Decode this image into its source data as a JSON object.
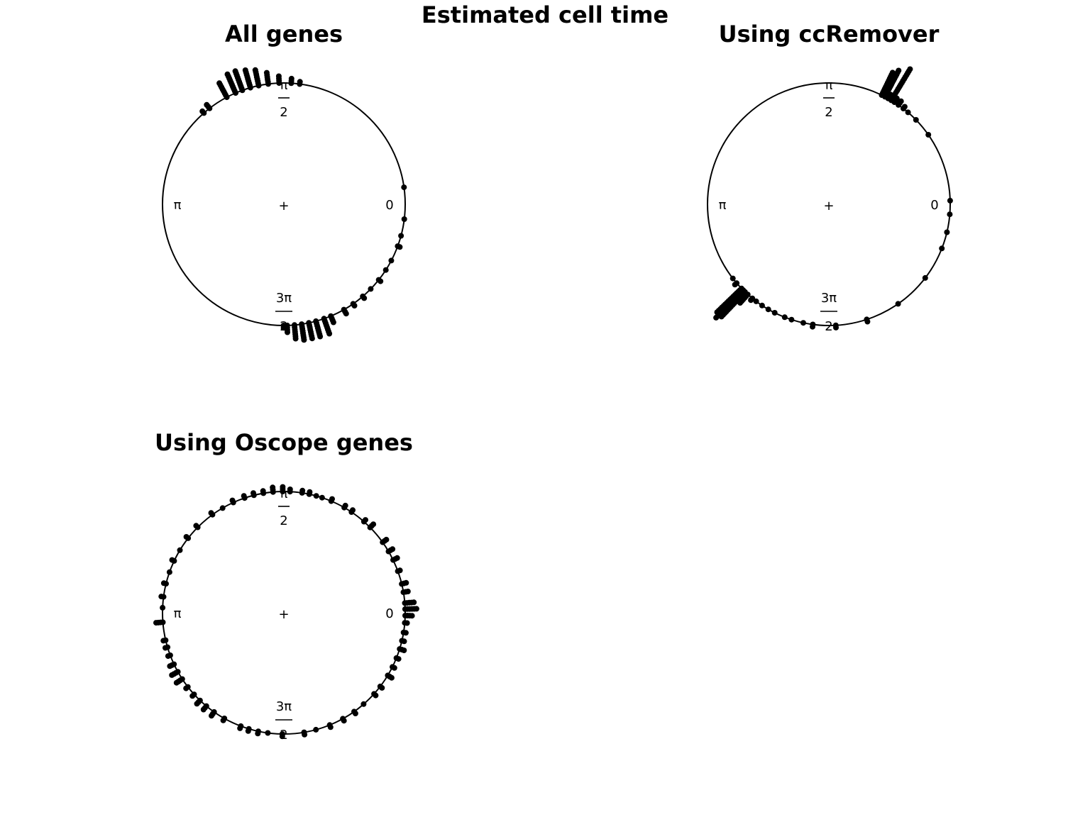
{
  "figure": {
    "suptitle": "Estimated cell time"
  },
  "chart_data": [
    {
      "type": "scatter",
      "title": "All genes",
      "coordinate_system": "polar",
      "angle_unit": "radians",
      "angle_labels": {
        "zero": "0",
        "half_pi_num": "π",
        "half_pi_den": "2",
        "pi": "π",
        "three_half_pi_num": "3π",
        "three_half_pi_den": "2",
        "center": "+"
      },
      "circle_radius": 1.0,
      "stacked_dot_clusters": [
        {
          "angle": 0.14,
          "count": 1
        },
        {
          "angle": 6.16,
          "count": 1
        },
        {
          "angle": 6.02,
          "count": 1
        },
        {
          "angle": 5.93,
          "count": 2
        },
        {
          "angle": 5.8,
          "count": 1
        },
        {
          "angle": 5.71,
          "count": 1
        },
        {
          "angle": 5.61,
          "count": 2
        },
        {
          "angle": 5.51,
          "count": 1
        },
        {
          "angle": 5.42,
          "count": 2
        },
        {
          "angle": 5.32,
          "count": 2
        },
        {
          "angle": 5.23,
          "count": 3
        },
        {
          "angle": 5.11,
          "count": 4
        },
        {
          "angle": 5.05,
          "count": 8
        },
        {
          "angle": 4.98,
          "count": 8
        },
        {
          "angle": 4.92,
          "count": 9
        },
        {
          "angle": 4.86,
          "count": 10
        },
        {
          "angle": 4.8,
          "count": 9
        },
        {
          "angle": 4.74,
          "count": 4
        },
        {
          "angle": 4.71,
          "count": 2
        },
        {
          "angle": 1.44,
          "count": 2
        },
        {
          "angle": 1.51,
          "count": 3
        },
        {
          "angle": 1.61,
          "count": 4
        },
        {
          "angle": 1.7,
          "count": 6
        },
        {
          "angle": 1.78,
          "count": 8
        },
        {
          "angle": 1.85,
          "count": 9
        },
        {
          "angle": 1.92,
          "count": 10
        },
        {
          "angle": 1.98,
          "count": 10
        },
        {
          "angle": 2.06,
          "count": 8
        },
        {
          "angle": 2.23,
          "count": 3
        },
        {
          "angle": 2.29,
          "count": 2
        }
      ]
    },
    {
      "type": "scatter",
      "title": "Using ccRemover",
      "coordinate_system": "polar",
      "angle_unit": "radians",
      "angle_labels": {
        "zero": "0",
        "half_pi_num": "π",
        "half_pi_den": "2",
        "pi": "π",
        "three_half_pi_num": "3π",
        "three_half_pi_den": "2",
        "center": "+"
      },
      "circle_radius": 1.0,
      "stacked_dot_clusters": [
        {
          "angle": 0.03,
          "count": 1
        },
        {
          "angle": 6.2,
          "count": 1
        },
        {
          "angle": 6.05,
          "count": 1
        },
        {
          "angle": 5.91,
          "count": 1
        },
        {
          "angle": 5.63,
          "count": 1
        },
        {
          "angle": 5.32,
          "count": 1
        },
        {
          "angle": 5.03,
          "count": 2
        },
        {
          "angle": 4.77,
          "count": 2
        },
        {
          "angle": 4.58,
          "count": 2
        },
        {
          "angle": 4.5,
          "count": 1
        },
        {
          "angle": 4.4,
          "count": 1
        },
        {
          "angle": 4.34,
          "count": 1
        },
        {
          "angle": 4.25,
          "count": 1
        },
        {
          "angle": 4.19,
          "count": 1
        },
        {
          "angle": 4.13,
          "count": 1
        },
        {
          "angle": 4.07,
          "count": 1
        },
        {
          "angle": 4.03,
          "count": 2
        },
        {
          "angle": 3.98,
          "count": 6
        },
        {
          "angle": 3.95,
          "count": 16
        },
        {
          "angle": 3.93,
          "count": 18
        },
        {
          "angle": 3.91,
          "count": 16
        },
        {
          "angle": 3.85,
          "count": 2
        },
        {
          "angle": 3.8,
          "count": 1
        },
        {
          "angle": 0.61,
          "count": 1
        },
        {
          "angle": 0.77,
          "count": 1
        },
        {
          "angle": 0.86,
          "count": 1
        },
        {
          "angle": 0.91,
          "count": 2
        },
        {
          "angle": 0.96,
          "count": 3
        },
        {
          "angle": 1.0,
          "count": 3
        },
        {
          "angle": 1.03,
          "count": 20
        },
        {
          "angle": 1.06,
          "count": 3
        },
        {
          "angle": 1.09,
          "count": 14
        },
        {
          "angle": 1.12,
          "count": 12
        }
      ]
    },
    {
      "type": "scatter",
      "title": "Using Oscope genes",
      "coordinate_system": "polar",
      "angle_unit": "radians",
      "angle_labels": {
        "zero": "0",
        "half_pi_num": "π",
        "half_pi_den": "2",
        "pi": "π",
        "three_half_pi_num": "3π",
        "three_half_pi_den": "2",
        "center": "+"
      },
      "circle_radius": 1.0,
      "stacked_dot_clusters": [
        {
          "angle": 6.26,
          "count": 4
        },
        {
          "angle": 6.2,
          "count": 2
        },
        {
          "angle": 6.12,
          "count": 2
        },
        {
          "angle": 6.05,
          "count": 2
        },
        {
          "angle": 5.98,
          "count": 3
        },
        {
          "angle": 5.9,
          "count": 2
        },
        {
          "angle": 5.82,
          "count": 2
        },
        {
          "angle": 5.74,
          "count": 3
        },
        {
          "angle": 5.63,
          "count": 2
        },
        {
          "angle": 5.55,
          "count": 2
        },
        {
          "angle": 5.43,
          "count": 1
        },
        {
          "angle": 5.33,
          "count": 2
        },
        {
          "angle": 5.22,
          "count": 2
        },
        {
          "angle": 5.1,
          "count": 2
        },
        {
          "angle": 4.98,
          "count": 1
        },
        {
          "angle": 4.88,
          "count": 2
        },
        {
          "angle": 4.7,
          "count": 2
        },
        {
          "angle": 4.58,
          "count": 1
        },
        {
          "angle": 4.5,
          "count": 2
        },
        {
          "angle": 4.42,
          "count": 2
        },
        {
          "angle": 4.35,
          "count": 2
        },
        {
          "angle": 4.2,
          "count": 2
        },
        {
          "angle": 4.1,
          "count": 3
        },
        {
          "angle": 4.02,
          "count": 3
        },
        {
          "angle": 3.95,
          "count": 3
        },
        {
          "angle": 3.88,
          "count": 2
        },
        {
          "angle": 3.8,
          "count": 2
        },
        {
          "angle": 3.72,
          "count": 4
        },
        {
          "angle": 3.65,
          "count": 4
        },
        {
          "angle": 3.58,
          "count": 3
        },
        {
          "angle": 3.5,
          "count": 2
        },
        {
          "angle": 3.43,
          "count": 2
        },
        {
          "angle": 3.37,
          "count": 2
        },
        {
          "angle": 3.22,
          "count": 4
        },
        {
          "angle": 3.1,
          "count": 1
        },
        {
          "angle": 3.01,
          "count": 2
        },
        {
          "angle": 2.9,
          "count": 2
        },
        {
          "angle": 2.8,
          "count": 1
        },
        {
          "angle": 2.7,
          "count": 2
        },
        {
          "angle": 2.6,
          "count": 1
        },
        {
          "angle": 2.48,
          "count": 2
        },
        {
          "angle": 2.36,
          "count": 2
        },
        {
          "angle": 2.2,
          "count": 2
        },
        {
          "angle": 2.1,
          "count": 1
        },
        {
          "angle": 2.0,
          "count": 2
        },
        {
          "angle": 1.9,
          "count": 2
        },
        {
          "angle": 1.82,
          "count": 2
        },
        {
          "angle": 1.74,
          "count": 2
        },
        {
          "angle": 1.66,
          "count": 3
        },
        {
          "angle": 1.58,
          "count": 3
        },
        {
          "angle": 1.52,
          "count": 2
        },
        {
          "angle": 1.42,
          "count": 2
        },
        {
          "angle": 1.36,
          "count": 2
        },
        {
          "angle": 1.3,
          "count": 1
        },
        {
          "angle": 1.25,
          "count": 1
        },
        {
          "angle": 1.17,
          "count": 2
        },
        {
          "angle": 1.05,
          "count": 2
        },
        {
          "angle": 0.98,
          "count": 2
        },
        {
          "angle": 0.85,
          "count": 2
        },
        {
          "angle": 0.78,
          "count": 3
        },
        {
          "angle": 0.62,
          "count": 3
        },
        {
          "angle": 0.53,
          "count": 3
        },
        {
          "angle": 0.45,
          "count": 3
        },
        {
          "angle": 0.35,
          "count": 2
        },
        {
          "angle": 0.24,
          "count": 3
        },
        {
          "angle": 0.17,
          "count": 3
        },
        {
          "angle": 0.08,
          "count": 5
        },
        {
          "angle": 0.03,
          "count": 6
        }
      ]
    }
  ]
}
